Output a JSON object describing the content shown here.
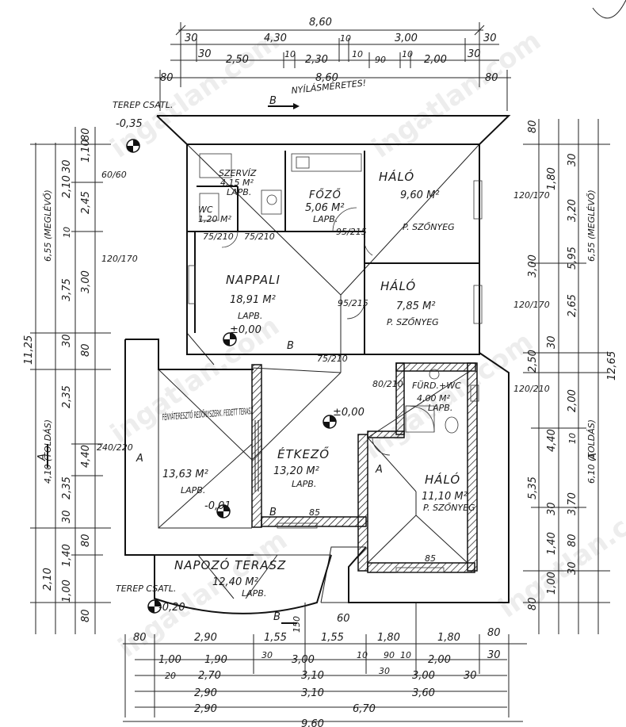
{
  "dims_top": {
    "overall": "8,60",
    "row2": [
      "30",
      "4,30",
      "10",
      "3,00",
      "30"
    ],
    "row3": [
      "30",
      "2,50",
      "10",
      "2,30",
      "10",
      "90",
      "10",
      "2,00",
      "30"
    ],
    "row4": [
      "80",
      "8,60",
      "80"
    ],
    "note": "NYÍLÁSMÉRETES!"
  },
  "dims_left": [
    "80",
    "1,10",
    "30",
    "2,10",
    "10",
    "6,55 (MEGLÉVŐ)",
    "2,45",
    "3,75",
    "3,00",
    "11,25",
    "30",
    "80",
    "2,35",
    "4,40",
    "4,10 (TOLDÁS)",
    "2,35",
    "30",
    "80",
    "1,40",
    "2,10",
    "1,00",
    "80"
  ],
  "dims_right": [
    "80",
    "1,80",
    "30",
    "3,20",
    "6,55 (MEGLÉVŐ)",
    "5,95",
    "3,00",
    "2,65",
    "30",
    "2,50",
    "12,65",
    "2,00",
    "4,40",
    "10",
    "6,10 (TOLDÁS)",
    "5,35",
    "30",
    "3,70",
    "80",
    "1,40",
    "30",
    "1,00",
    "80"
  ],
  "dims_bottom": {
    "row1": [
      "80",
      "2,90",
      "1,55",
      "1,55",
      "1,80",
      "1,80",
      "80"
    ],
    "row2": [
      "1,00",
      "1,90",
      "30",
      "3,00",
      "10",
      "90",
      "10",
      "2,00",
      "30"
    ],
    "row3": [
      "20",
      "2,70",
      "3,10",
      "30",
      "3,00",
      "30"
    ],
    "row4": [
      "2,90",
      "3,10",
      "3,60"
    ],
    "row5": [
      "2,90",
      "6,70"
    ],
    "overall": "9,60",
    "extra": [
      "60",
      "150"
    ]
  },
  "rooms": [
    {
      "name": "SZERVÍZ",
      "area": "4,15 M²",
      "floor": "LAPB."
    },
    {
      "name": "FŐZŐ",
      "area": "5,06 M²",
      "floor": "LAPB."
    },
    {
      "name": "HÁLÓ",
      "area": "9,60 M²",
      "floor": "P. SZŐNYEG"
    },
    {
      "name": "HÁLÓ",
      "area": "7,85 M²",
      "floor": "P. SZŐNYEG"
    },
    {
      "name": "NAPPALI",
      "area": "18,91 M²",
      "floor": "LAPB."
    },
    {
      "name": "WC",
      "area": "1,20 M²",
      "floor": ""
    },
    {
      "name": "FÜRD.+WC",
      "area": "4,00 M²",
      "floor": "LAPB."
    },
    {
      "name": "ÉTKEZŐ",
      "area": "13,20 M²",
      "floor": "LAPB."
    },
    {
      "name": "HÁLÓ",
      "area": "11,10 M²",
      "floor": "P. SZŐNYEG"
    },
    {
      "name": "FÉNYÁTERESZTŐ REDŐNYSZERK. FEDETT TERASZ",
      "area": "13,63 M²",
      "floor": "LAPB."
    },
    {
      "name": "NAPOZÓ TERASZ",
      "area": "12,40 M²",
      "floor": "LAPB."
    }
  ],
  "levels": {
    "terrain_top": "TEREP CSATL.",
    "terrain_top_val": "-0,35",
    "terrain_bottom": "TEREP CSATL.",
    "terrain_bottom_val": "-0,20",
    "zero_living": "±0,00",
    "zero_dining": "±0,00",
    "terrace": "-0,01"
  },
  "openings": [
    "120/170",
    "120/170",
    "120/170",
    "60/60",
    "240/220",
    "95/215",
    "95/215",
    "75/210",
    "75/210",
    "80/210",
    "120/210",
    "85",
    "85",
    "75/210"
  ],
  "section_marks": [
    "B",
    "B",
    "B",
    "B",
    "A",
    "A",
    "A",
    "A"
  ],
  "watermark": "ingatlan.com"
}
